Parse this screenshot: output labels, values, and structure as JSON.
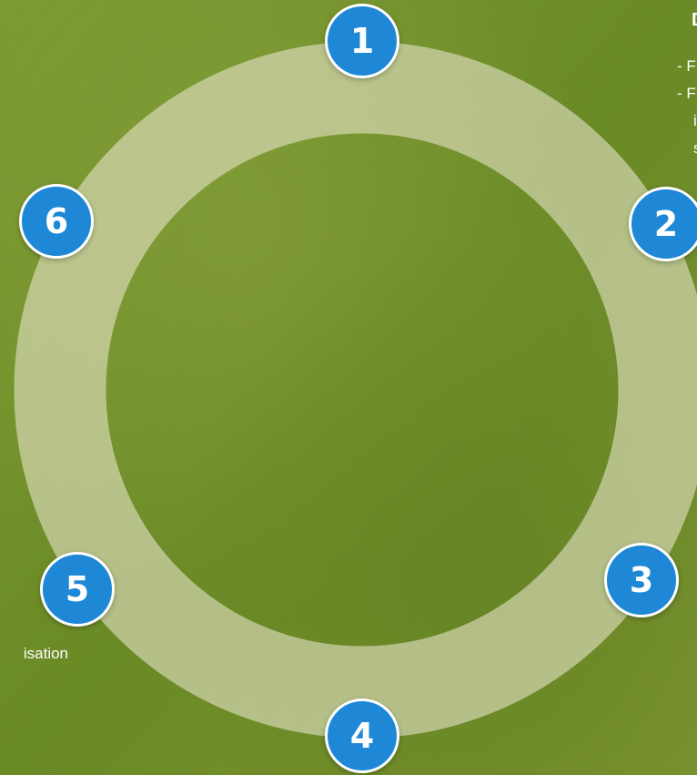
{
  "colors": {
    "step_fill": "#1e88d6",
    "step_border": "#ffffff",
    "ring": "#dcdcc0",
    "grass": "#6f8f2a"
  },
  "steps": [
    {
      "label": "1"
    },
    {
      "label": "2"
    },
    {
      "label": "3"
    },
    {
      "label": "4"
    },
    {
      "label": "5"
    },
    {
      "label": "6"
    }
  ],
  "right_panel": {
    "heading": "D",
    "lines": [
      "- F",
      "- F",
      "i",
      "s"
    ]
  },
  "left_panel": {
    "text": "isation"
  }
}
